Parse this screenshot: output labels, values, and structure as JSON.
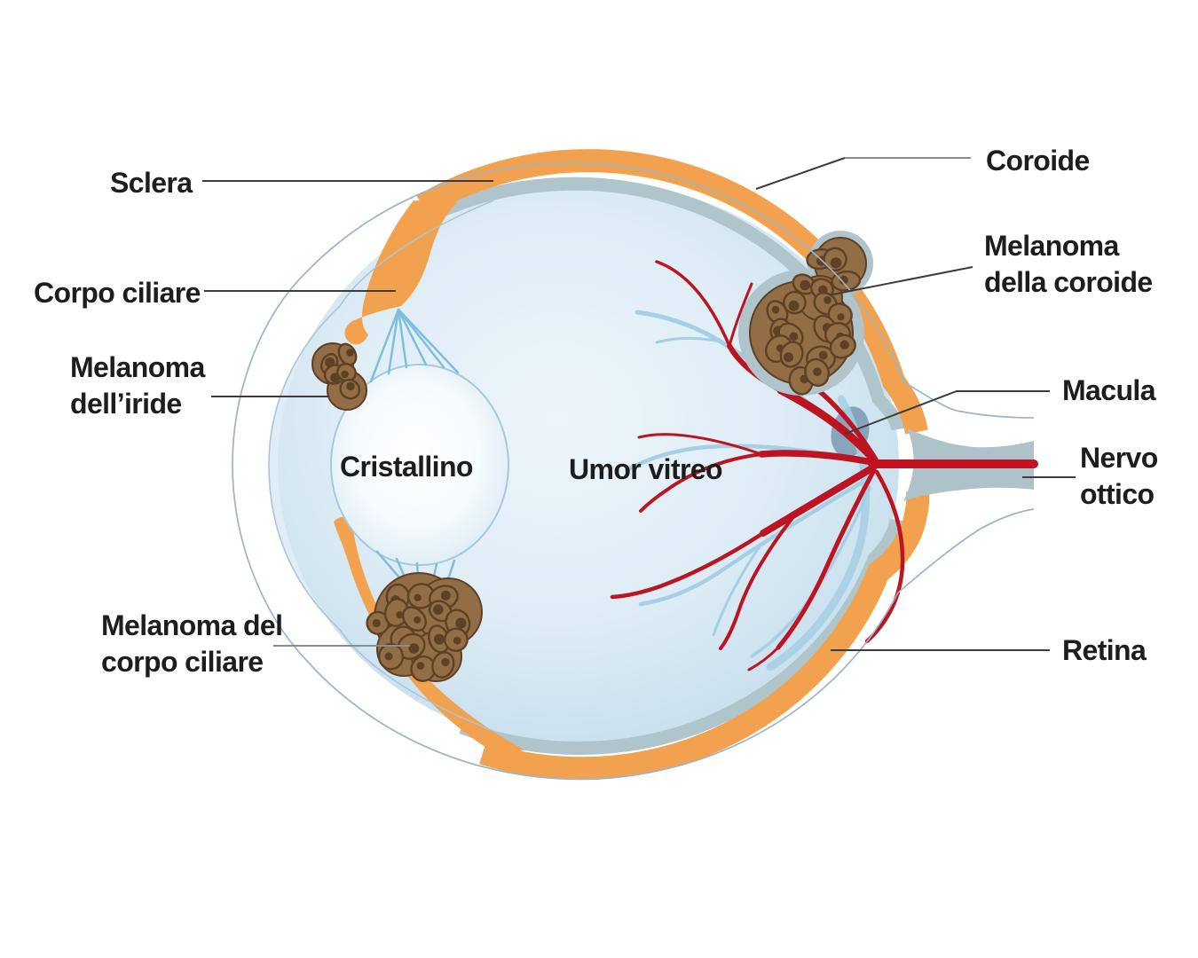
{
  "diagram": {
    "subject": "eye-cross-section-ocular-melanoma-sites",
    "language": "it"
  },
  "labels": {
    "sclera": "Sclera",
    "corpo_ciliare": "Corpo ciliare",
    "melanoma_iride_1": "Melanoma",
    "melanoma_iride_2": "dell’iride",
    "cristallino": "Cristallino",
    "umor_vitreo": "Umor vitreo",
    "melanoma_corpo_ciliare_1": "Melanoma del",
    "melanoma_corpo_ciliare_2": "corpo ciliare",
    "coroide": "Coroide",
    "melanoma_coroide_1": "Melanoma",
    "melanoma_coroide_2": "della coroide",
    "macula": "Macula",
    "nervo_ottico_1": "Nervo",
    "nervo_ottico_2": "ottico",
    "retina": "Retina"
  },
  "colors": {
    "label_text": "#1d1d1b",
    "leader_dark": "#3c3c3c",
    "leader_gray": "#8c8c8c",
    "sclera_line": "#9db4c4",
    "cornea_inner_line": "#a9c6d8",
    "anterior_blue": "#e0edf6",
    "choroid_orange": "#f2a14e",
    "retina_gray": "#afc4cb",
    "nerve_gray": "#aec3c9",
    "zonule_blue": "#7fbedc",
    "macula_fill": "#7b99b0",
    "vessel_red": "#be1321",
    "vessel_blue": "#a5cfe2",
    "melanoma_fill": "#936d45",
    "melanoma_outline": "#5e4124",
    "vitreous_center": "#edf5fa",
    "vitreous_edge": "#c5deed",
    "lens_center": "#ffffff",
    "lens_edge": "#dcebf5"
  }
}
